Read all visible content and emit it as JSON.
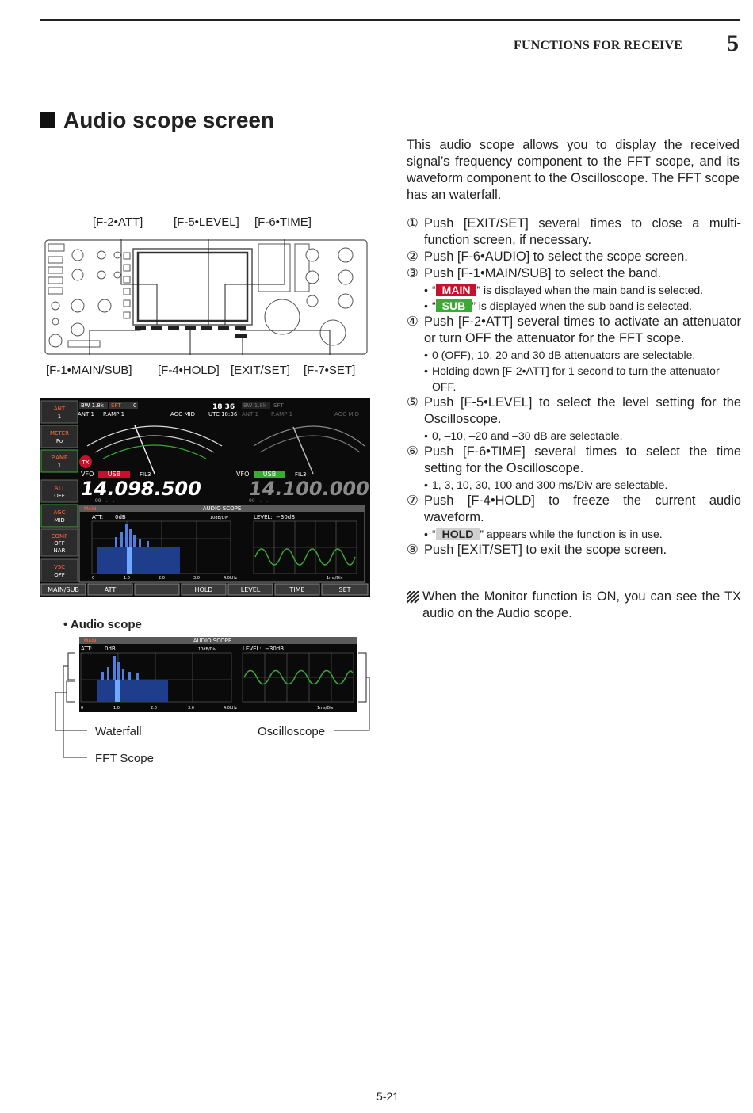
{
  "header": {
    "title": "FUNCTIONS FOR RECEIVE",
    "chapter": "5"
  },
  "section": {
    "title": "Audio scope screen"
  },
  "intro": "This audio scope allows you to display the received signal’s frequency component to the FFT scope, and its waveform component to the Oscilloscope. The FFT scope has an waterfall.",
  "steps": [
    {
      "num": "①",
      "text": "Push [EXIT/SET] several times to close a multi-function screen, if necessary."
    },
    {
      "num": "②",
      "text": "Push [F-6•AUDIO] to select the scope screen."
    },
    {
      "num": "③",
      "text": "Push [F-1•MAIN/SUB] to select the band."
    },
    {
      "num": "④",
      "text": "Push [F-2•ATT] several times to activate an attenuator or turn OFF the attenuator for the FFT scope."
    },
    {
      "num": "⑤",
      "text": "Push [F-5•LEVEL] to select the level setting for the Oscilloscope."
    },
    {
      "num": "⑥",
      "text": "Push [F-6•TIME] several times to select the time setting for the Oscilloscope."
    },
    {
      "num": "⑦",
      "text": "Push [F-4•HOLD] to freeze the current audio waveform."
    },
    {
      "num": "⑧",
      "text": "Push [EXIT/SET] to exit the scope screen."
    }
  ],
  "subnotes": {
    "main": {
      "tag": "MAIN",
      "text": "” is displayed when the main band is selected."
    },
    "sub": {
      "tag": "SUB",
      "text": "” is displayed when the sub band is selected."
    },
    "att1": "0 (OFF), 10, 20 and 30 dB attenuators are selectable.",
    "att2": "Holding down [F-2•ATT] for 1 second to turn the attenuator OFF.",
    "level": "0, –10, –20 and –30 dB are selectable.",
    "time": "1, 3, 10, 30, 100 and 300 ms/Div are selectable.",
    "hold": {
      "tag": "HOLD",
      "text": "” appears while the function is in use."
    }
  },
  "note": "When the Monitor function is ON, you can see the TX audio on the Audio scope.",
  "radio_labels": {
    "f2": "[F-2•ATT]",
    "f5": "[F-5•LEVEL]",
    "f6": "[F-6•TIME]",
    "f1": "[F-1•MAIN/SUB]",
    "f4": "[F-4•HOLD]",
    "exit": "[EXIT/SET]",
    "f7": "[F-7•SET]"
  },
  "screen": {
    "side": [
      "ANT",
      "1",
      "METER",
      "Po",
      "P.AMP",
      "1",
      "ATT",
      "OFF",
      "AGC",
      "MID",
      "COMP",
      "OFF",
      "NAR",
      "VSC",
      "OFF"
    ],
    "bw": "BW 1.8k",
    "sft": "SFT",
    "sft_val": "0",
    "time": "18 36",
    "utc": "UTC 18:36",
    "ant1": "ANT 1",
    "pamp1": "P.AMP 1",
    "agc_mid": "AGC-MID",
    "vfo": "VFO",
    "mode": "USB",
    "fil": "FIL3",
    "freq_main": "14.098.500",
    "freq_sub": "14.100.000",
    "tx": "TX",
    "mem": "99 --.---.---",
    "scope_title": "AUDIO SCOPE",
    "main_tag": "MAIN",
    "att": "ATT:",
    "att_val": "0dB",
    "div": "10dB/Div",
    "level": "LEVEL:",
    "level_val": "−30dB",
    "x_ticks": [
      "0",
      "1.0",
      "2.0",
      "3.0",
      "4.0kHz"
    ],
    "ms_div": "1ms/Div",
    "fkeys": [
      "MAIN/SUB",
      "ATT",
      "",
      "HOLD",
      "LEVEL",
      "TIME",
      "SET"
    ]
  },
  "audio_scope": {
    "caption": "• Audio scope",
    "waterfall": "Waterfall",
    "oscilloscope": "Oscilloscope",
    "fft": "FFT Scope"
  },
  "footer": {
    "page": "5-21"
  }
}
